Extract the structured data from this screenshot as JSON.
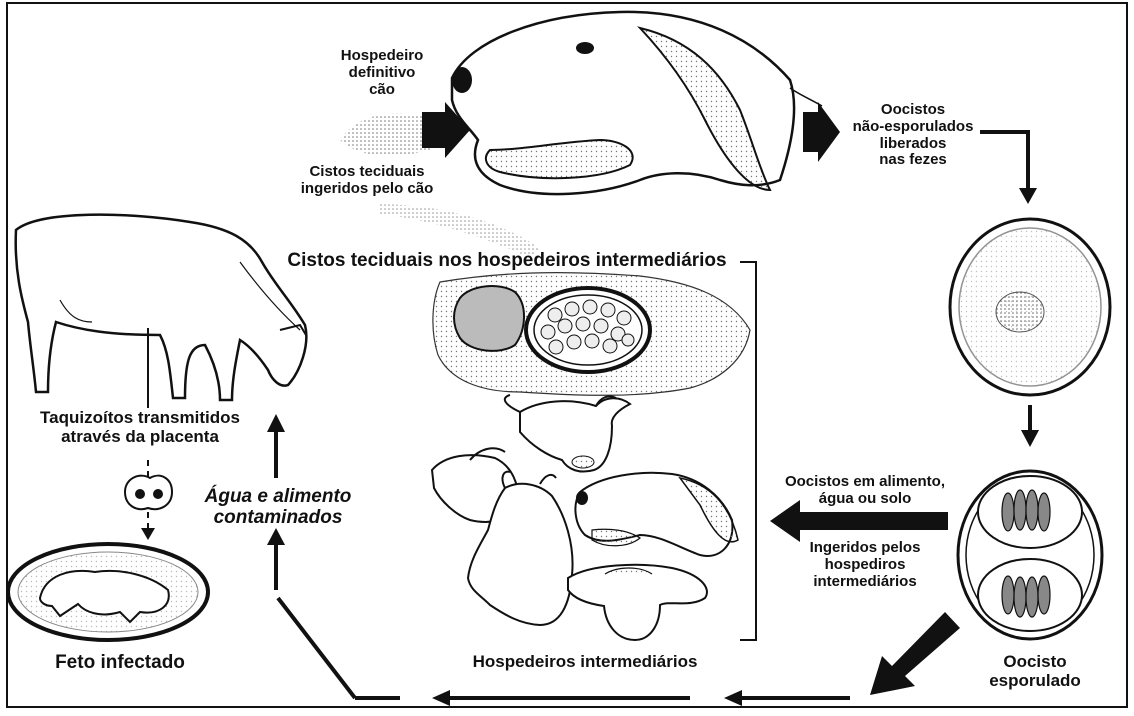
{
  "colors": {
    "ink": "#111111",
    "paper": "#ffffff",
    "gray": "#9a9a9a",
    "light": "#e9e9e9"
  },
  "labels": {
    "host": [
      "Hospedeiro",
      "definitivo",
      "cão"
    ],
    "cysts_ingested": [
      "Cistos teciduais",
      "ingeridos pelo cão"
    ],
    "oocysts_feces": [
      "Oocistos",
      "não-esporulados",
      "liberados",
      "nas fezes"
    ],
    "tissue_cysts_title": "Cistos teciduais nos hospedeiros intermediários",
    "tachyzoites": [
      "Taquizoítos transmitidos",
      "através da placenta"
    ],
    "water_food": [
      "Água e alimento",
      "contaminados"
    ],
    "oocysts_food": [
      "Oocistos em alimento,",
      "água ou solo"
    ],
    "ingested_by": [
      "Ingeridos pelos",
      "hospediros",
      "intermediários"
    ],
    "fetus": "Feto infectado",
    "intermediate_hosts": "Hospedeiros intermediários",
    "sporulated": [
      "Oocisto",
      "esporulado"
    ]
  },
  "icons": [
    "dog-head-icon",
    "cow-icon",
    "tissue-cyst-icon",
    "unsporulated-oocyst-icon",
    "sporulated-oocyst-icon",
    "fetus-icon",
    "placenta-icon",
    "cow-head-icon",
    "goat-head-icon",
    "dog-head-small-icon",
    "horse-head-icon",
    "sheep-head-icon"
  ]
}
